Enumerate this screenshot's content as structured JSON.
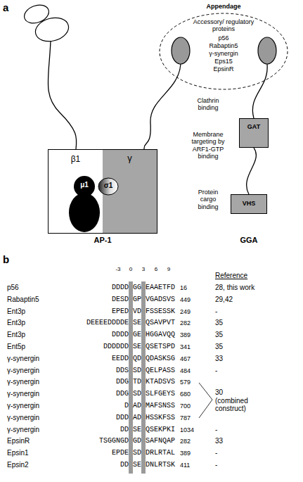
{
  "diagram": {
    "nodes": [
      {
        "text": [
          "Appendage",
          "Accessory/ regulatory proteins",
          "p56",
          "Rabaptin5",
          "γ-synergin",
          "Eps15",
          "EpsinR"
        ]
      },
      {
        "text": [
          "AP-1"
        ]
      },
      {
        "text": [
          "β1"
        ],
        "in": 1
      },
      {
        "text": [
          "γ"
        ],
        "in": 1
      },
      {
        "text": [
          "μ1"
        ],
        "in": 1
      },
      {
        "text": [
          "σ1"
        ],
        "in": 1
      },
      {
        "text": [
          "GAT"
        ]
      },
      {
        "text": [
          "VHS"
        ]
      }
    ],
    "edges": [
      {
        "from": 6,
        "to": 7,
        "arrow": "none"
      }
    ],
    "labels": [
      "a",
      "Clathrin binding",
      "Membrane targeting by ARF1-GTP binding",
      "Protein cargo binding",
      "GGA",
      "b",
      "-3",
      "0",
      "3",
      "6",
      "9",
      "Reference",
      "p56",
      "DDDD",
      "GG",
      "EAAETFD",
      "16",
      "28, this work",
      "Rabaptin5",
      "DESD",
      "GP",
      "VGADSVS",
      "449",
      "29,42",
      "Ent3p",
      "EPED",
      "VD",
      "FSSESSK",
      "249",
      "-",
      "Ent3p",
      "DEEEEDDDDE",
      "SE",
      "QSAVPVT",
      "282",
      "35",
      "Ent3p",
      "DDDD",
      "GE",
      "HGGAVQQ",
      "389",
      "35",
      "Ent5p",
      "DDDDDD",
      "SE",
      "QSETSPD",
      "341",
      "35",
      "γ-synergin",
      "EEDD",
      "QD",
      "QDASKSG",
      "467",
      "33",
      "γ-synergin",
      "DDS",
      "SD",
      "QELPASS",
      "484",
      "-",
      "γ-synergin",
      "DDG",
      "TD",
      "KTADSVS",
      "579",
      "γ-synergin",
      "DDG",
      "SD",
      "SLFGEYS",
      "680",
      "γ-synergin",
      "D",
      "AD",
      "MAFSNSS",
      "700",
      "γ-synergin",
      "DDD",
      "AD",
      "HSSKFSS",
      "787",
      "γ-synergin",
      "DD",
      "SE",
      "QSEKPKI",
      "1034",
      "-",
      "EpsinR",
      "TSGGNGD",
      "GD",
      "SAFNQAP",
      "282",
      "33",
      "Epsin1",
      "EPDE",
      "SD",
      "DRLRTAL",
      "389",
      "-",
      "Epsin2",
      "DD",
      "SE",
      "DNLRTSK",
      "411",
      "-",
      "30 (combined construct)"
    ]
  }
}
